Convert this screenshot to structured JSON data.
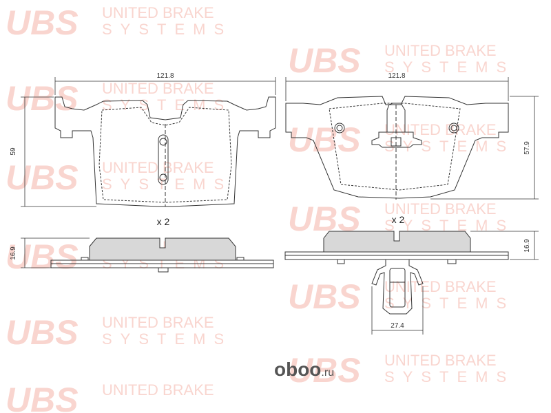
{
  "watermark": {
    "logo": "UBS",
    "line1": "UNITED BRAKE",
    "line2": "SYSTEMS",
    "color": "#f4b3a8"
  },
  "dimensions": {
    "left_width": "121.8",
    "left_height": "59",
    "left_thickness": "16.9",
    "right_width": "121.8",
    "right_height": "57.9",
    "right_thickness": "16.9",
    "clip_width": "27.4"
  },
  "quantity": {
    "left": "x 2",
    "right": "x 2"
  },
  "site": {
    "name_bold": "oboo",
    "name_rest": ".ru",
    "color": "#555555"
  },
  "colors": {
    "line": "#333333",
    "friction_fill": "#d8d8d8"
  }
}
